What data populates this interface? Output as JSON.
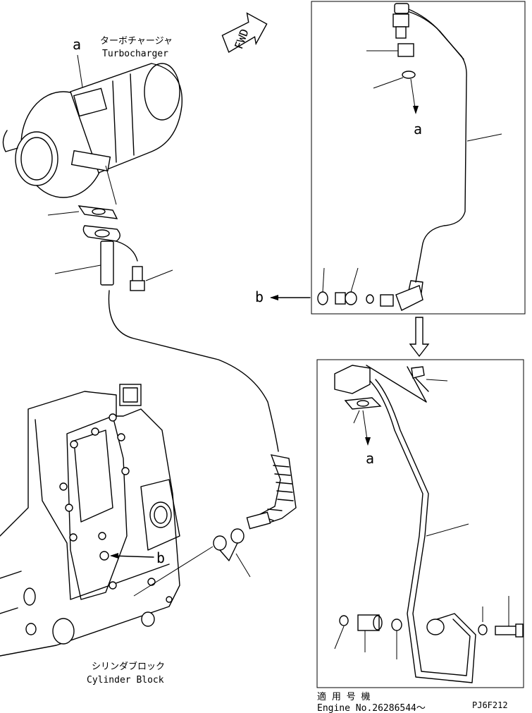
{
  "labels": {
    "turbo_jp": "ターボチャージャ",
    "turbo_en": "Turbocharger",
    "fwd": "FWD",
    "a1": "a",
    "a2": "a",
    "a3": "a",
    "b1": "b",
    "b2": "b",
    "cyl_jp": "シリンダブロック",
    "cyl_en": "Cylinder Block",
    "apply_jp": "適 用 号 機",
    "engine_no": "Engine No.26286544～",
    "code": "PJ6F212"
  }
}
